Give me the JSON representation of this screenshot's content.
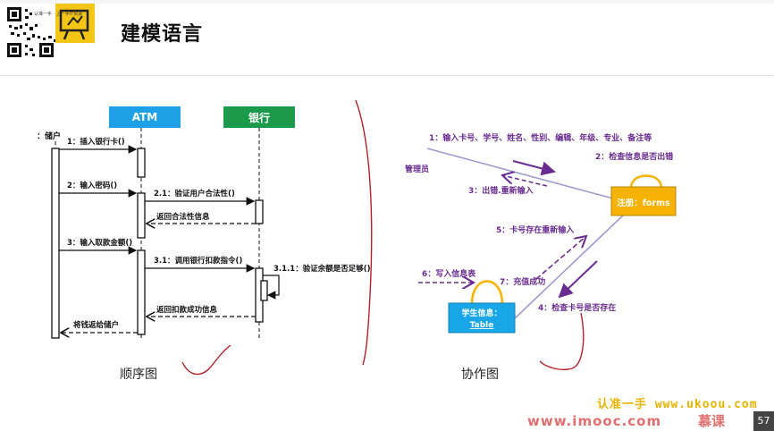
{
  "slide": {
    "title": "建模语言",
    "logo_small_text": "认准一手 · 上一手IT资源",
    "page_number": "57"
  },
  "sequence": {
    "caption": "顺序图",
    "lifelines": {
      "actor": "：储户",
      "atm": "ATM",
      "bank": "银行"
    },
    "messages": [
      "1：插入银行卡()",
      "2：输入密码()",
      "2.1：验证用户合法性()",
      "返回合法性信息",
      "3：输入取款金额()",
      "3.1：调用银行扣款指令()",
      "3.1.1：验证余额是否足够()",
      "返回扣款成功信息",
      "将钱返给储户"
    ]
  },
  "collaboration": {
    "caption": "协作图",
    "actor": "管理员",
    "register_box": "注册：forms",
    "student_box_line1": "学生信息：",
    "student_box_line2": "Table",
    "messages": [
      "1：输入卡号、学号、姓名、性别、编辑、年级、专业、备注等",
      "2：检查信息是否出错",
      "3：出错.重新输入",
      "5：卡号存在重新输入",
      "6：写入信息表",
      "7：充值成功",
      "4：检查卡号是否存在"
    ]
  },
  "watermarks": {
    "line1": "认准一手 www.ukoou.com",
    "line2": "www.imooc.com",
    "line3": "慕课"
  },
  "colors": {
    "atm": "#1ea0e6",
    "bank": "#1a9a4a",
    "register": "#f5b200",
    "student": "#19a6e8",
    "purple_text": "#6a2c91",
    "arrow_purple": "#6a2c91",
    "link_line": "#9b9bd0",
    "ink": "#b3202a"
  }
}
